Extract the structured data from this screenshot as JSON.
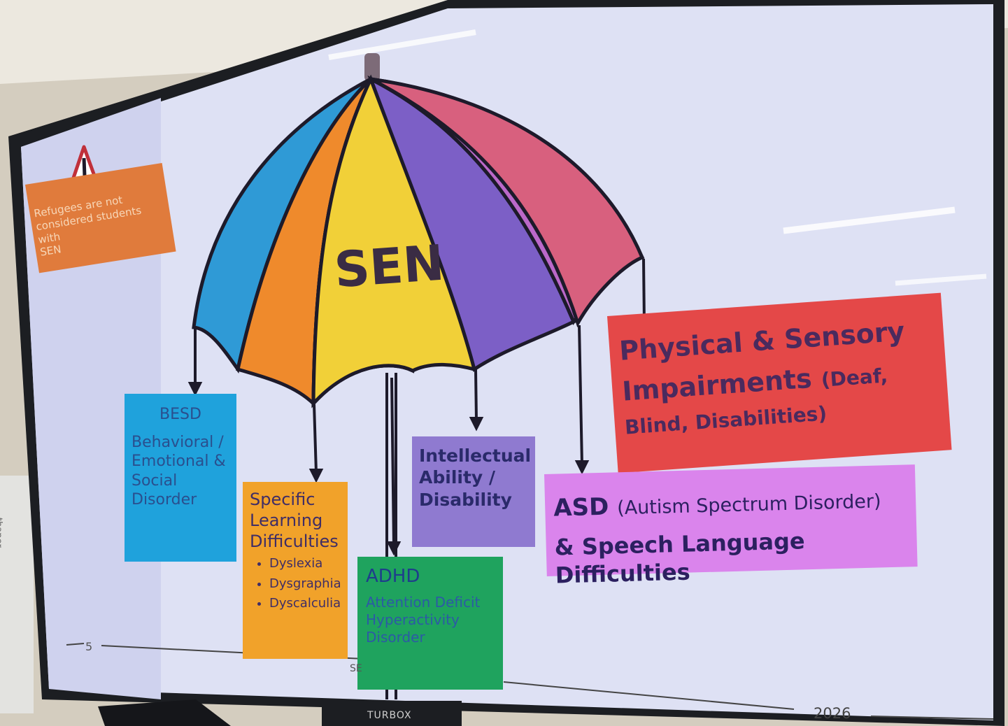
{
  "umbrella": {
    "title": "SEN",
    "panel_colors": [
      "#2f9ad6",
      "#ef8a2c",
      "#f1d038",
      "#7c5fc6",
      "#bb68c9",
      "#d8607e"
    ]
  },
  "warning": {
    "icon": "warning-triangle-icon",
    "text_lines": [
      "Refugees are not",
      "considered students with",
      "SEN"
    ]
  },
  "categories": {
    "besd": {
      "head": "BESD",
      "lines": [
        "Behavioral /",
        "Emotional &",
        "Social",
        "Disorder"
      ],
      "color": "#1fa2dc"
    },
    "sld": {
      "lines": [
        "Specific",
        "Learning",
        "Difficulties"
      ],
      "items": [
        "Dyslexia",
        "Dysgraphia",
        "Dyscalculia"
      ],
      "color": "#f1a22a"
    },
    "adhd": {
      "head": "ADHD",
      "lines": [
        "Attention Deficit",
        "Hyperactivity",
        "Disorder"
      ],
      "color": "#1fa35e"
    },
    "intellectual": {
      "lines": [
        "Intellectual",
        "Ability /",
        "Disability"
      ],
      "color": "#8f7ad0"
    },
    "physical": {
      "line1": "Physical & Sensory",
      "line2": "Impairments",
      "line2_small": "(Deaf,",
      "line3": "Blind, Disabilities)",
      "color": "#e44848"
    },
    "asd": {
      "abbr": "ASD",
      "full": "(Autism Spectrum Disorder)",
      "line2": "& Speech Language Difficulties",
      "color": "#da84ec"
    }
  },
  "footer": {
    "page_number": "5",
    "partial_text": "SE",
    "year": "2026"
  },
  "monitor": {
    "brand": "TURBOX"
  },
  "background_note": "thaper"
}
